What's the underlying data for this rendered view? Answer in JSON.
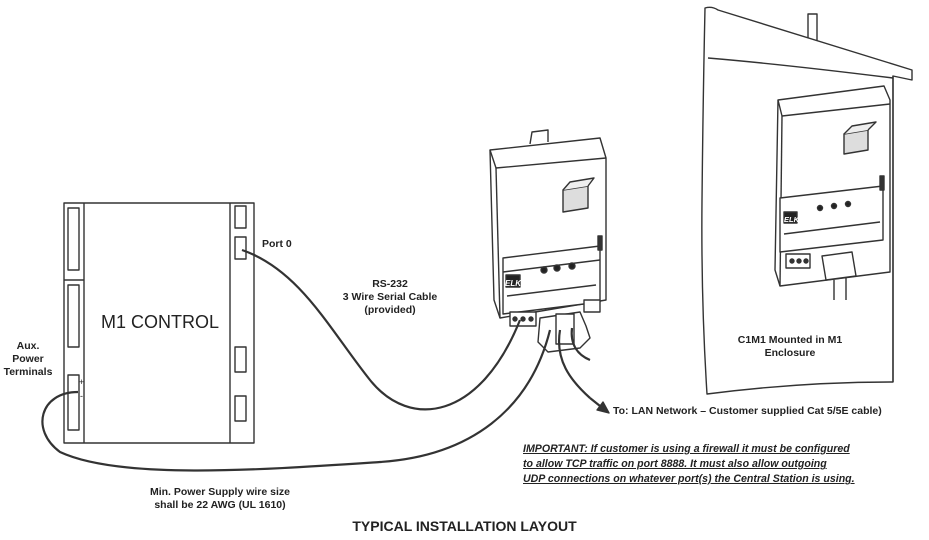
{
  "control_panel": {
    "title": "M1 CONTROL",
    "terminal_plus": "+",
    "terminal_minus": "-"
  },
  "labels": {
    "port0": "Port 0",
    "serial_line1": "RS-232",
    "serial_line2": "3 Wire Serial Cable",
    "serial_line3": "(provided)",
    "aux_line1": "Aux.",
    "aux_line2": "Power",
    "aux_line3": "Terminals",
    "lan": "To: LAN Network – Customer supplied Cat 5/5E cable)",
    "mounted_line1": "C1M1 Mounted in M1",
    "mounted_line2": "Enclosure",
    "wire_line1": "Min. Power Supply wire size",
    "wire_line2": "shall be 22 AWG (UL 1610)"
  },
  "important": {
    "line1": "IMPORTANT: If customer is using a firewall it must be configured",
    "line2": "to allow TCP traffic on port 8888.  It must also allow outgoing",
    "line3": "UDP connections on whatever port(s) the Central Station is using."
  },
  "device": {
    "brand": "ELK"
  },
  "caption": "TYPICAL INSTALLATION LAYOUT"
}
